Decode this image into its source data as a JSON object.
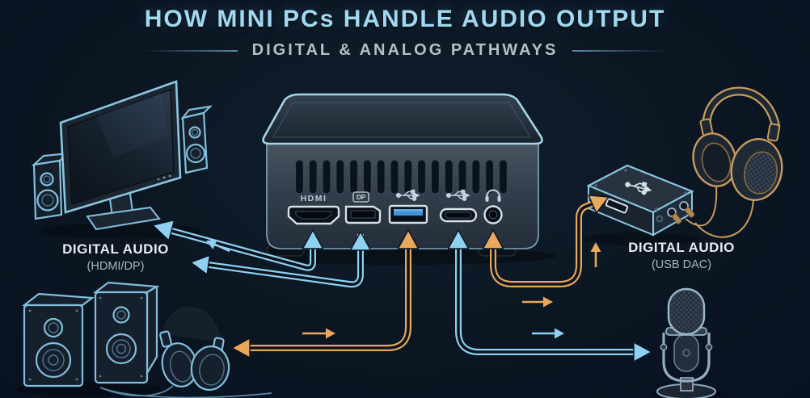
{
  "header": {
    "title": "HOW MINI PCs HANDLE AUDIO OUTPUT",
    "subtitle": "DIGITAL & ANALOG PATHWAYS"
  },
  "colors": {
    "background": "#0b1420",
    "digital_blue": "#8ed1f0",
    "analog_orange": "#e9a85c",
    "title_blue": "#a2d9f2",
    "subtitle_gray": "#b6bfc7",
    "device_outline_blue": "#82bedd",
    "headphone_gold": "#c99b5f",
    "port_silver": "#d6e0e9",
    "label_white": "#e4ebf2",
    "label_gray": "#a9b4bd"
  },
  "mini_pc": {
    "ports": [
      {
        "label": "HDMI",
        "type": "hdmi",
        "signal": "digital",
        "arrow_color": "digital_blue"
      },
      {
        "label": "DP",
        "type": "displayport",
        "signal": "digital",
        "arrow_color": "digital_blue"
      },
      {
        "type": "usb-a",
        "icon": "usb-trident-icon",
        "signal": "digital",
        "arrow_color": "analog_orange"
      },
      {
        "type": "usb-c",
        "icon": "usb-trident-icon",
        "signal": "digital",
        "arrow_color": "digital_blue"
      },
      {
        "type": "audio-jack-3.5mm",
        "icon": "headphones-icon",
        "signal": "analog",
        "arrow_color": "analog_orange"
      }
    ]
  },
  "endpoints": {
    "tv_speakers": {
      "label_line1": "DIGITAL AUDIO",
      "label_line2": "(HDMI/DP)",
      "devices": [
        "monitor",
        "bookshelf-speakers"
      ]
    },
    "usb_dac": {
      "label_line1": "DIGITAL AUDIO",
      "label_line2": "(USB DAC)",
      "devices": [
        "usb-dac-box",
        "wired-headphones"
      ]
    },
    "analog_speakers_headphones": {
      "devices": [
        "bookshelf-speakers",
        "headphones"
      ]
    },
    "microphone": {
      "devices": [
        "studio-microphone"
      ]
    }
  },
  "flows": [
    {
      "from": "hdmi-port",
      "to": "tv-speakers",
      "pathway": "digital",
      "color": "digital_blue"
    },
    {
      "from": "displayport-port",
      "to": "tv-speakers",
      "pathway": "digital",
      "color": "digital_blue"
    },
    {
      "from": "usb-a-port",
      "to": "analog-speakers-headphones",
      "pathway": "analog",
      "color": "analog_orange"
    },
    {
      "from": "usb-c-port",
      "to": "microphone",
      "pathway": "digital",
      "color": "digital_blue"
    },
    {
      "from": "audio-jack-3.5mm",
      "to": "usb-dac",
      "pathway": "analog",
      "color": "analog_orange"
    }
  ]
}
